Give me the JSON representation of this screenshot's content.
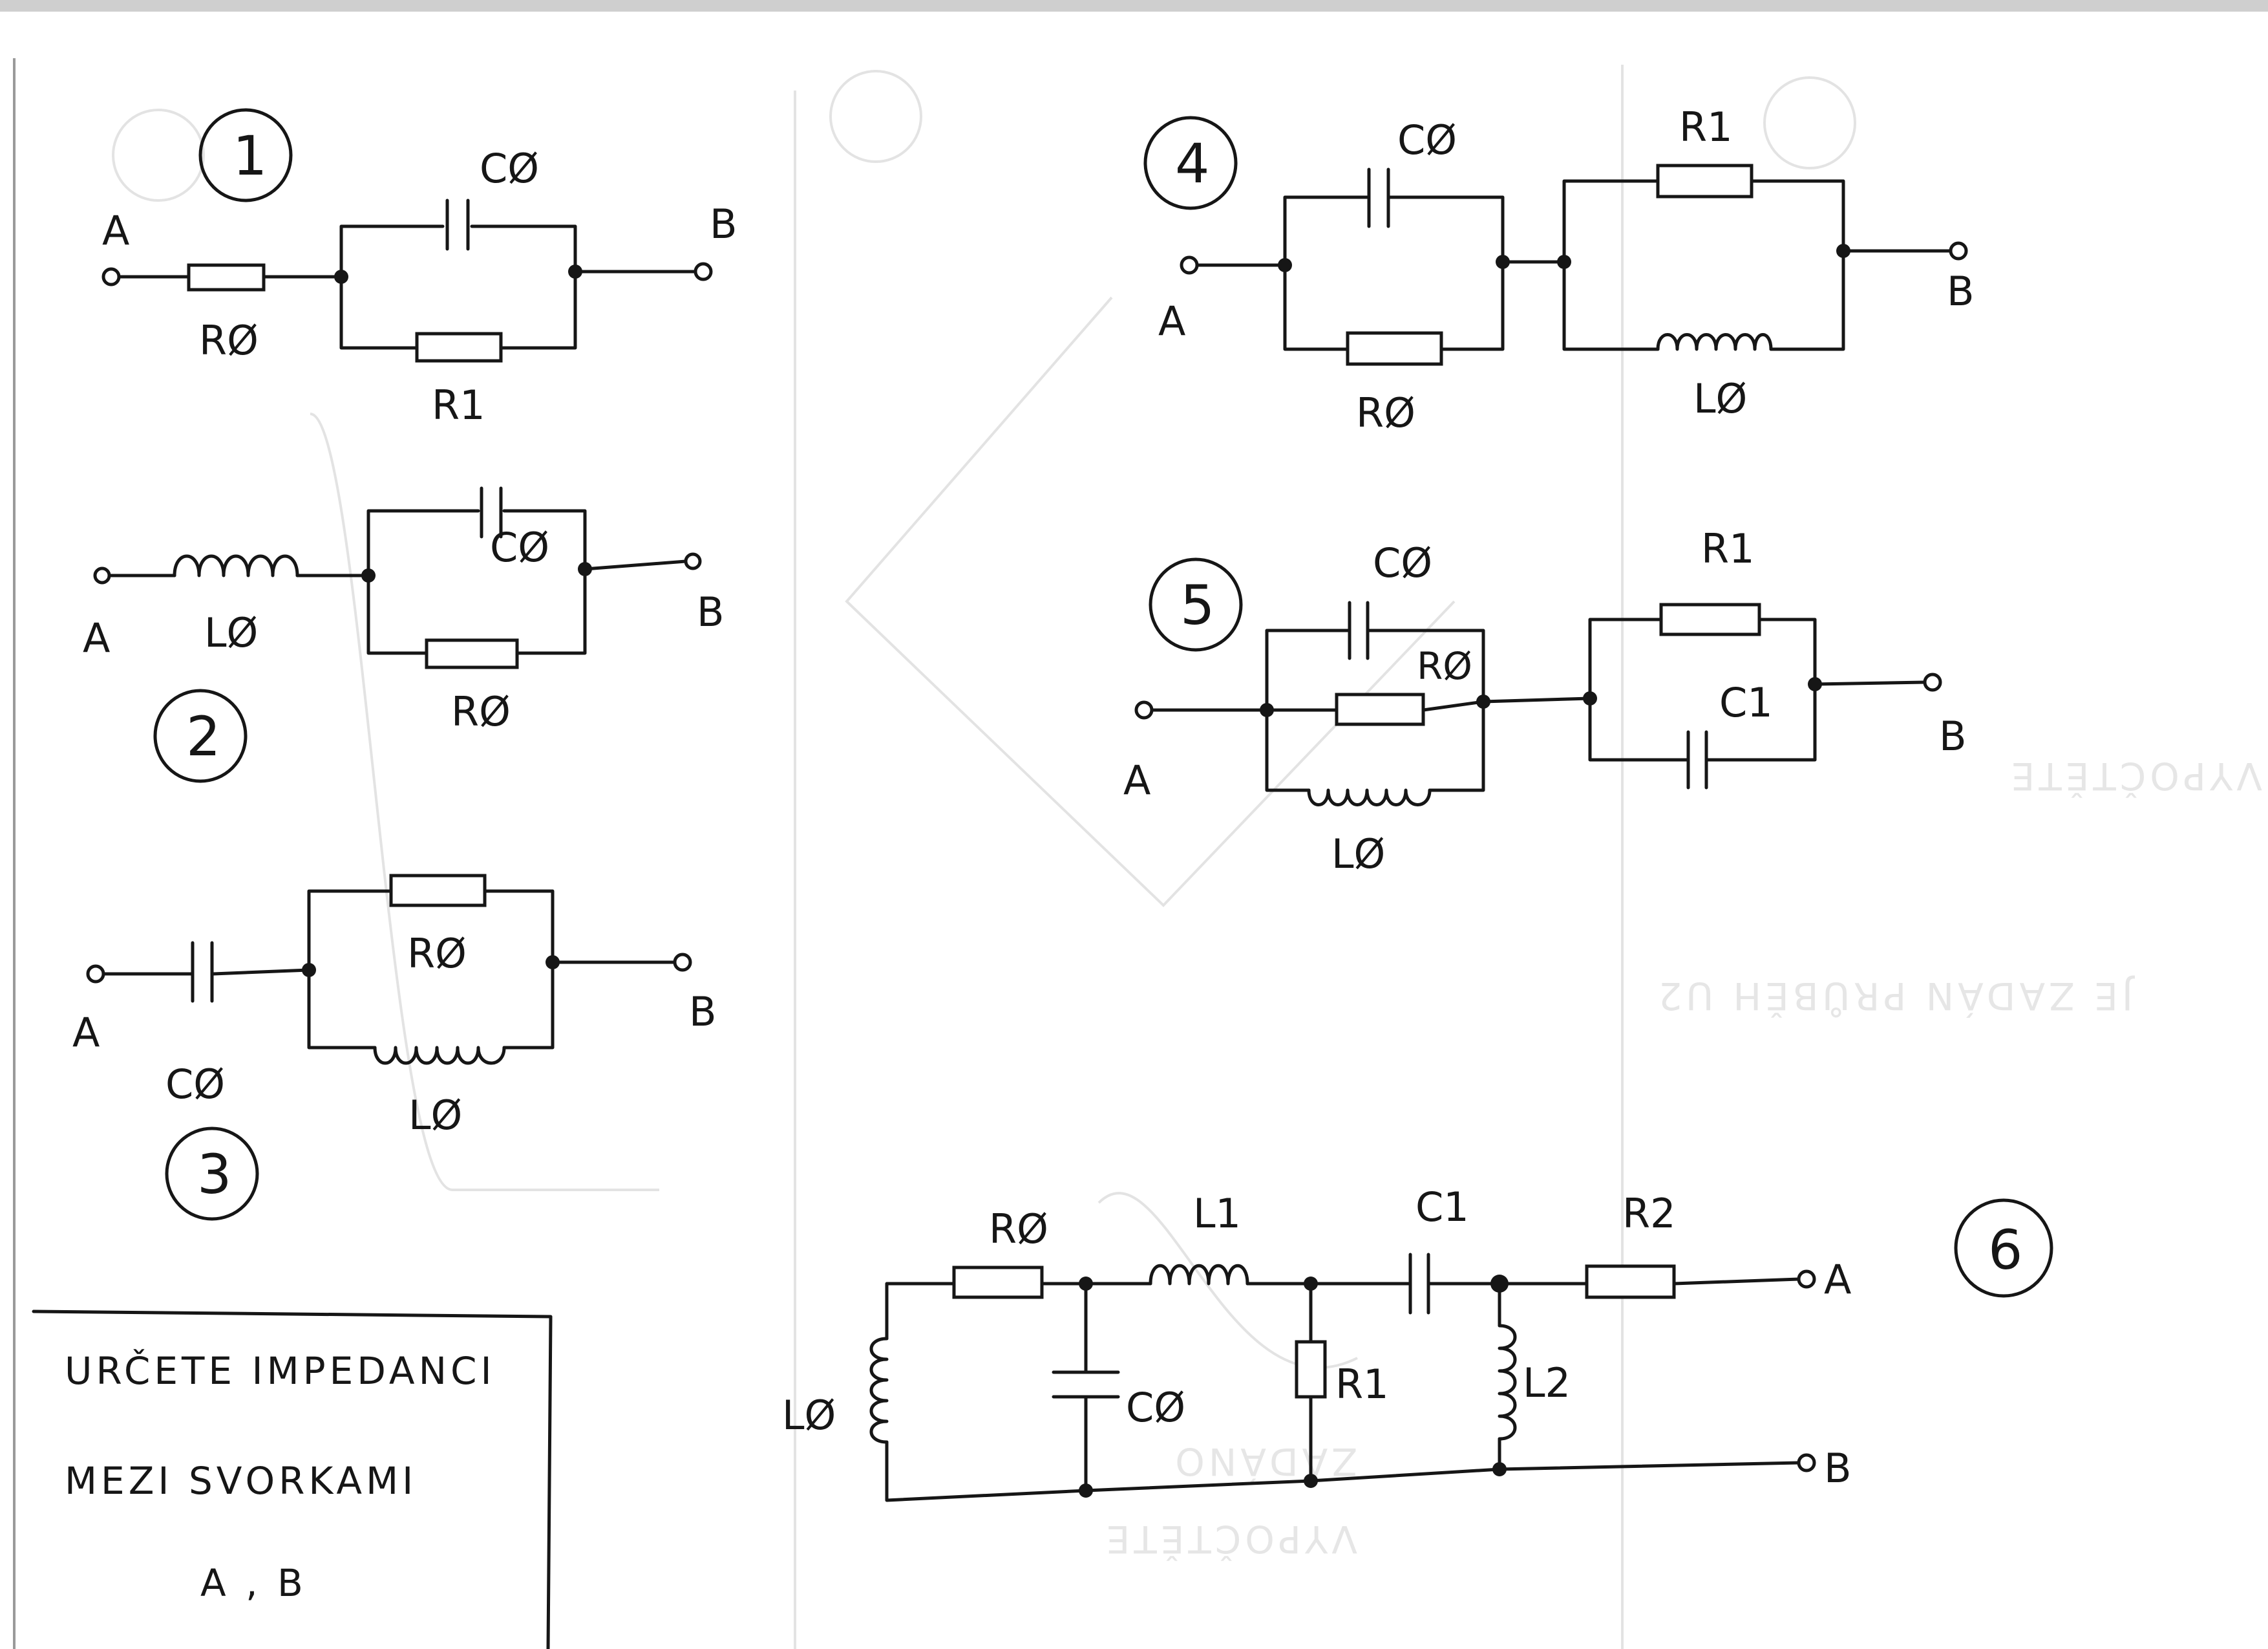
{
  "task_text": {
    "line1": "URČETE IMPEDANCI",
    "line2": "MEZI SVORKAMI",
    "line3": "A , B"
  },
  "circuits": [
    {
      "number": "1",
      "terminal_a": "A",
      "terminal_b": "B",
      "labels": {
        "c0": "CØ",
        "r0": "RØ",
        "r1": "R1"
      }
    },
    {
      "number": "2",
      "terminal_a": "A",
      "terminal_b": "B",
      "labels": {
        "l0": "LØ",
        "c0": "CØ",
        "r0": "RØ"
      }
    },
    {
      "number": "3",
      "terminal_a": "A",
      "terminal_b": "B",
      "labels": {
        "c0": "CØ",
        "r0": "RØ",
        "l0": "LØ"
      }
    },
    {
      "number": "4",
      "terminal_a": "A",
      "terminal_b": "B",
      "labels": {
        "c0": "CØ",
        "r0": "RØ",
        "r1": "R1",
        "l0": "LØ"
      }
    },
    {
      "number": "5",
      "terminal_a": "A",
      "terminal_b": "B",
      "labels": {
        "c0": "CØ",
        "r0": "RØ",
        "l0": "LØ",
        "r1": "R1",
        "c1": "C1"
      }
    },
    {
      "number": "6",
      "terminal_a": "A",
      "terminal_b": "B",
      "labels": {
        "r0": "RØ",
        "l1": "L1",
        "c1": "C1",
        "r2": "R2",
        "l0": "LØ",
        "c0": "CØ",
        "r1": "R1",
        "l2": "L2"
      }
    }
  ],
  "bleed_through_text": [
    "VYPOČTĚTE",
    "JE ZADÁN PRŮBĚH U2",
    "ZADÁNO",
    "VYPOČTĚTE"
  ]
}
